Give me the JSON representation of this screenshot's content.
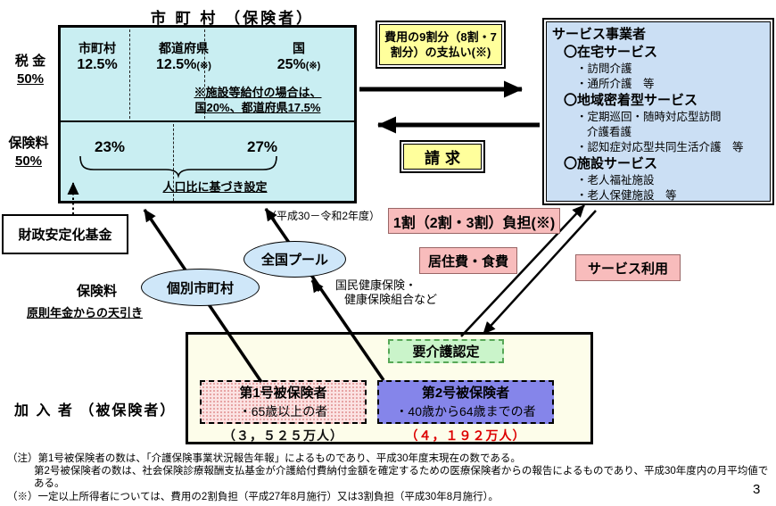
{
  "title": "市 町 村 （保険者）",
  "left_labels": {
    "tax": "税 金",
    "tax_pct": "50%",
    "premium": "保険料",
    "premium_pct": "50%"
  },
  "insurer_box": {
    "col1_name": "市町村",
    "col1_pct": "12.5%",
    "col2_name": "都道府県",
    "col2_pct": "12.5%",
    "col2_mark": "(※)",
    "col3_name": "国",
    "col3_pct": "25%",
    "col3_mark": "(※)",
    "facility_note_line1": "※施設等給付の場合は、",
    "facility_note_line2": "国20%、都道府県17.5%",
    "premium_left_pct": "23%",
    "premium_right_pct": "27%",
    "brace_label": "人口比に基づき設定"
  },
  "stabilization_fund": "財政安定化基金",
  "payment_box": {
    "line1": "費用の9割分（8割・7",
    "line2": "割分）の支払い(※)"
  },
  "billing_box": "請求",
  "service_box": {
    "title": "サービス事業者",
    "items": [
      {
        "text": "〇在宅サービス"
      },
      {
        "text": "・訪問介護"
      },
      {
        "text": "・通所介護　等"
      },
      {
        "text": "〇地域密着型サービス"
      },
      {
        "text": "・定期巡回・随時対応型訪問"
      },
      {
        "text": "介護看護"
      },
      {
        "text": "・認知症対応型共同生活介護　等"
      },
      {
        "text": "〇施設サービス"
      },
      {
        "text": "・老人福祉施設"
      },
      {
        "text": "・老人保健施設　等"
      }
    ]
  },
  "period_note": "（平成30－令和2年度）",
  "burden_box": "1割（2割・3割）負担(※)",
  "residence_box": "居住費・食費",
  "service_use_box": "サービス利用",
  "pool_oval": "全国プール",
  "municipal_oval": "個別市町村",
  "premium_label": "保険料",
  "premium_sublabel": "原則年金からの天引き",
  "health_insurance_note": {
    "line1": "国民健康保険・",
    "line2": "健康保険組合など"
  },
  "member_box": {
    "label": "加 入 者 （被保険者）",
    "certification": "要介護認定",
    "insured1_title": "第1号被保険者",
    "insured1_desc": "・65歳以上の者",
    "insured1_count": "（３，５２５万人）",
    "insured2_title": "第2号被保険者",
    "insured2_desc": "・40歳から64歳までの者",
    "insured2_count": "（４，１９２万人）"
  },
  "notes": {
    "line1": "（注）第1号被保険者の数は、「介護保険事業状況報告年報」によるものであり、平成30年度末現在の数である。",
    "line2": "第2号被保険者の数は、社会保険診療報酬支払基金が介護給付費納付金額を確定するための医療保険者からの報告によるものであり、平成30年度内の月平均値で",
    "line3": "ある。",
    "line4": "（※）一定以上所得者については、費用の2割負担（平成27年8月施行）又は3割負担（平成30年8月施行）。"
  },
  "page_number": "3",
  "colors": {
    "insurer_fill": "#c9eef2",
    "service_fill": "#cbdff4",
    "yellow_fill": "#ffff9c",
    "pink_fill": "#f8bcbc",
    "green_fill": "#caf4ca",
    "insured1_fill": "#fbe2e2",
    "insured2_fill": "#8585ea",
    "member_fill": "#fdfdea",
    "oval_fill": "#cfe7f9",
    "count2_text": "#dd0000"
  }
}
